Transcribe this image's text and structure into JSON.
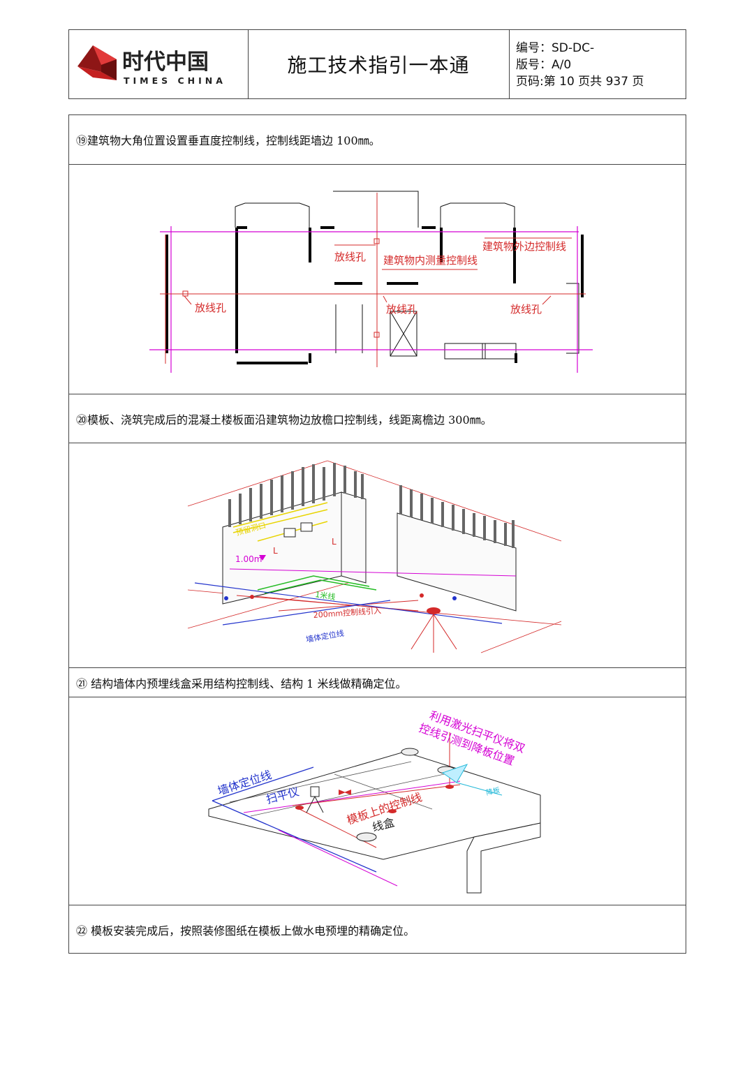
{
  "header": {
    "logo_cn": "时代中国",
    "logo_en": "TIMES CHINA",
    "title": "施工技术指引一本通",
    "code_label": "编号：SD-DC-",
    "version_label": "版号：A/0",
    "page_label": "页码:第  10  页共  937  页"
  },
  "colors": {
    "magenta": "#d400d4",
    "red": "#d42a2a",
    "blue": "#2233cc",
    "yellow": "#e8d400",
    "green": "#22bb22",
    "cyan": "#22b8d8"
  },
  "items": [
    {
      "caption": "⑲建筑物大角位置设置垂直度控制线，控制线距墙边 100㎜。",
      "labels": {
        "hole_top": "放线孔",
        "inner_line": "建筑物内测量控制线",
        "edge_line": "建筑物外边控制线",
        "hole_left": "放线孔",
        "hole_mid": "放线孔",
        "hole_right": "放线孔"
      }
    },
    {
      "caption": "⑳模板、浇筑完成后的混凝土楼板面沿建筑物边放檐口控制线，线距离檐边 300㎜。",
      "labels": {
        "mark_1m": "1.00m",
        "mark_l1": "L",
        "mark_l2": "L",
        "yellow_text": "预留洞口",
        "green_text": "1米线",
        "red_text": "200mm控制线引入",
        "blue_text": "墙体定位线"
      }
    },
    {
      "caption": "㉑ 结构墙体内预埋线盒采用结构控制线、结构 1 米线做精确定位。",
      "labels": {
        "laser_line1": "利用激光扫平仪将双",
        "laser_line2": "控线引测到降板位置",
        "wall_line": "墙体定位线",
        "level": "扫平仪",
        "formwork_line": "模板上的控制线",
        "box": "线盒",
        "small": "降板"
      }
    },
    {
      "caption": "㉒ 模板安装完成后，按照装修图纸在模板上做水电预埋的精确定位。"
    }
  ]
}
